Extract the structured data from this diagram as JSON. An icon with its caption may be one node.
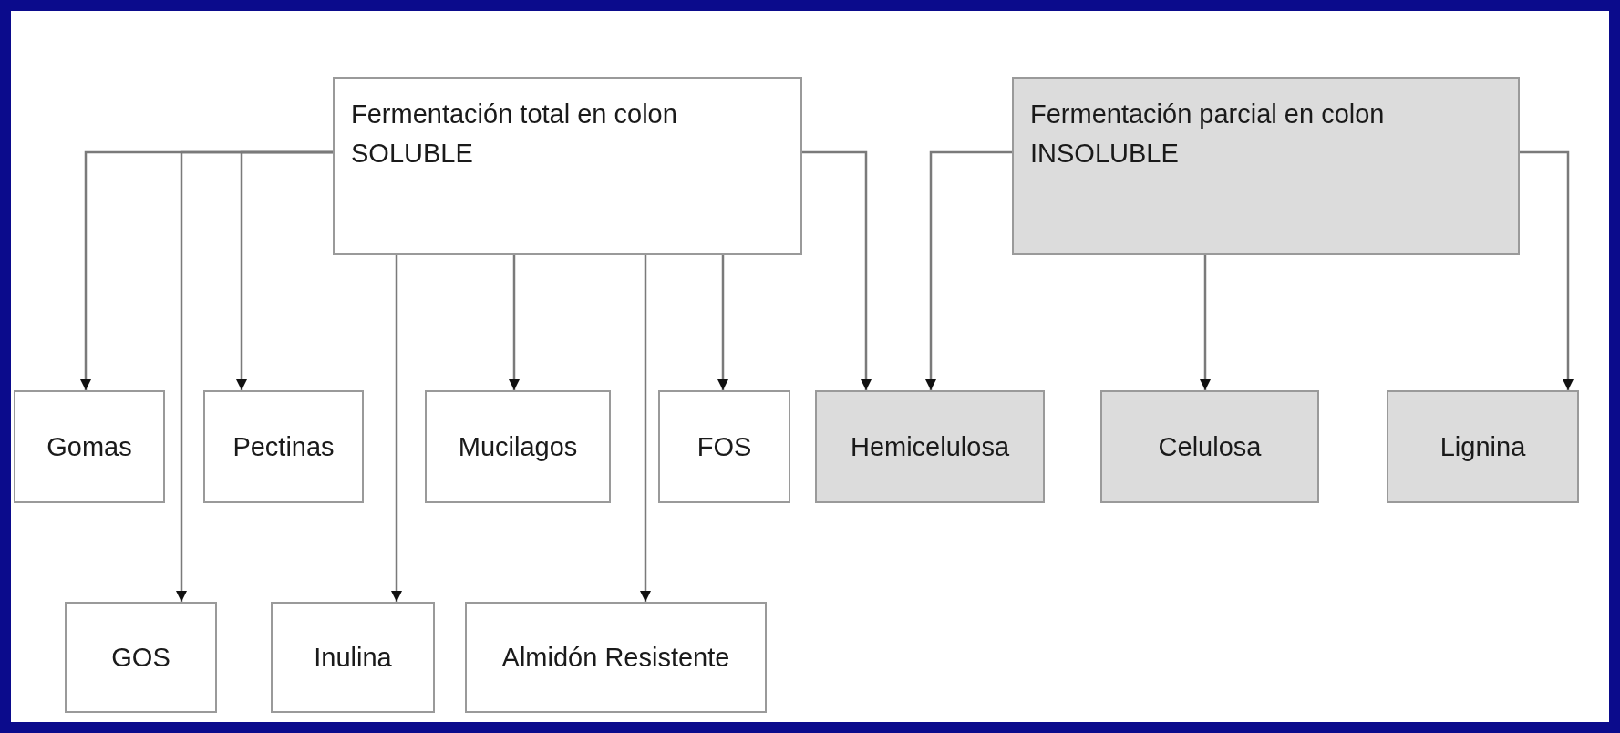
{
  "diagram": {
    "nodes": [
      {
        "text": [
          "Fermentación total en colon",
          "SOLUBLE"
        ]
      },
      {
        "text": [
          "Fermentación parcial en colon",
          "INSOLUBLE"
        ]
      },
      {
        "text": [
          "Gomas"
        ]
      },
      {
        "text": [
          "Pectinas"
        ]
      },
      {
        "text": [
          "Mucilagos"
        ]
      },
      {
        "text": [
          "FOS"
        ]
      },
      {
        "text": [
          "Hemicelulosa"
        ]
      },
      {
        "text": [
          "Celulosa"
        ]
      },
      {
        "text": [
          "Lignina"
        ]
      },
      {
        "text": [
          "GOS"
        ]
      },
      {
        "text": [
          "Inulina"
        ]
      },
      {
        "text": [
          "Almidón Resistente"
        ]
      }
    ],
    "edges": [
      {
        "from": 0,
        "to": 2,
        "arrow": "to"
      },
      {
        "from": 0,
        "to": 9,
        "arrow": "to"
      },
      {
        "from": 0,
        "to": 3,
        "arrow": "to"
      },
      {
        "from": 0,
        "to": 10,
        "arrow": "to"
      },
      {
        "from": 0,
        "to": 4,
        "arrow": "to"
      },
      {
        "from": 0,
        "to": 11,
        "arrow": "to"
      },
      {
        "from": 0,
        "to": 5,
        "arrow": "to"
      },
      {
        "from": 0,
        "to": 6,
        "arrow": "to"
      },
      {
        "from": 1,
        "to": 6,
        "arrow": "to"
      },
      {
        "from": 1,
        "to": 7,
        "arrow": "to"
      },
      {
        "from": 1,
        "to": 8,
        "arrow": "to"
      }
    ]
  }
}
